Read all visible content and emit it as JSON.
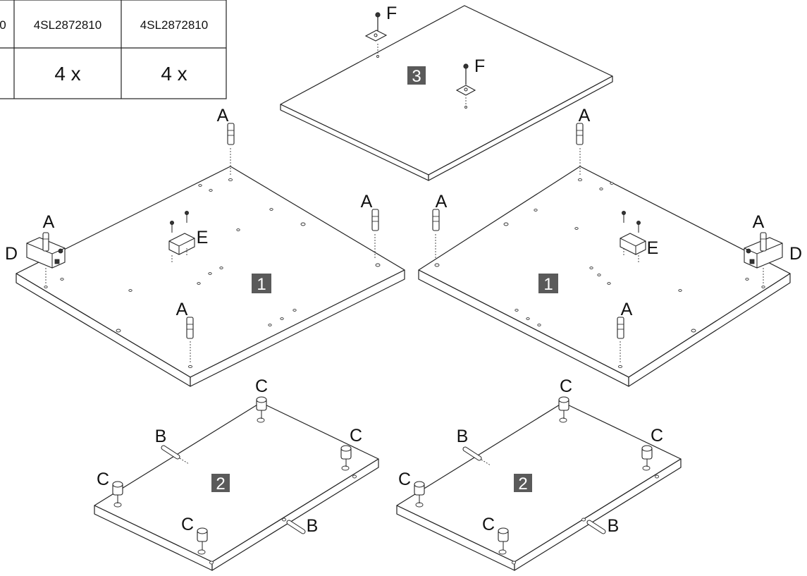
{
  "parts_table": {
    "columns": [
      {
        "code": "0",
        "qty": ""
      },
      {
        "code": "4SL2872810",
        "qty": "4 x"
      },
      {
        "code": "4SL2872810",
        "qty": "4 x"
      }
    ]
  },
  "panel_numbers": {
    "panel_1": "1",
    "panel_2": "2",
    "panel_3": "3"
  },
  "part_letters": {
    "A": "A",
    "B": "B",
    "C": "C",
    "D": "D",
    "E": "E",
    "F": "F"
  },
  "colors": {
    "badge_fill": "#5a5a5a",
    "line": "#222222",
    "background": "#ffffff"
  }
}
